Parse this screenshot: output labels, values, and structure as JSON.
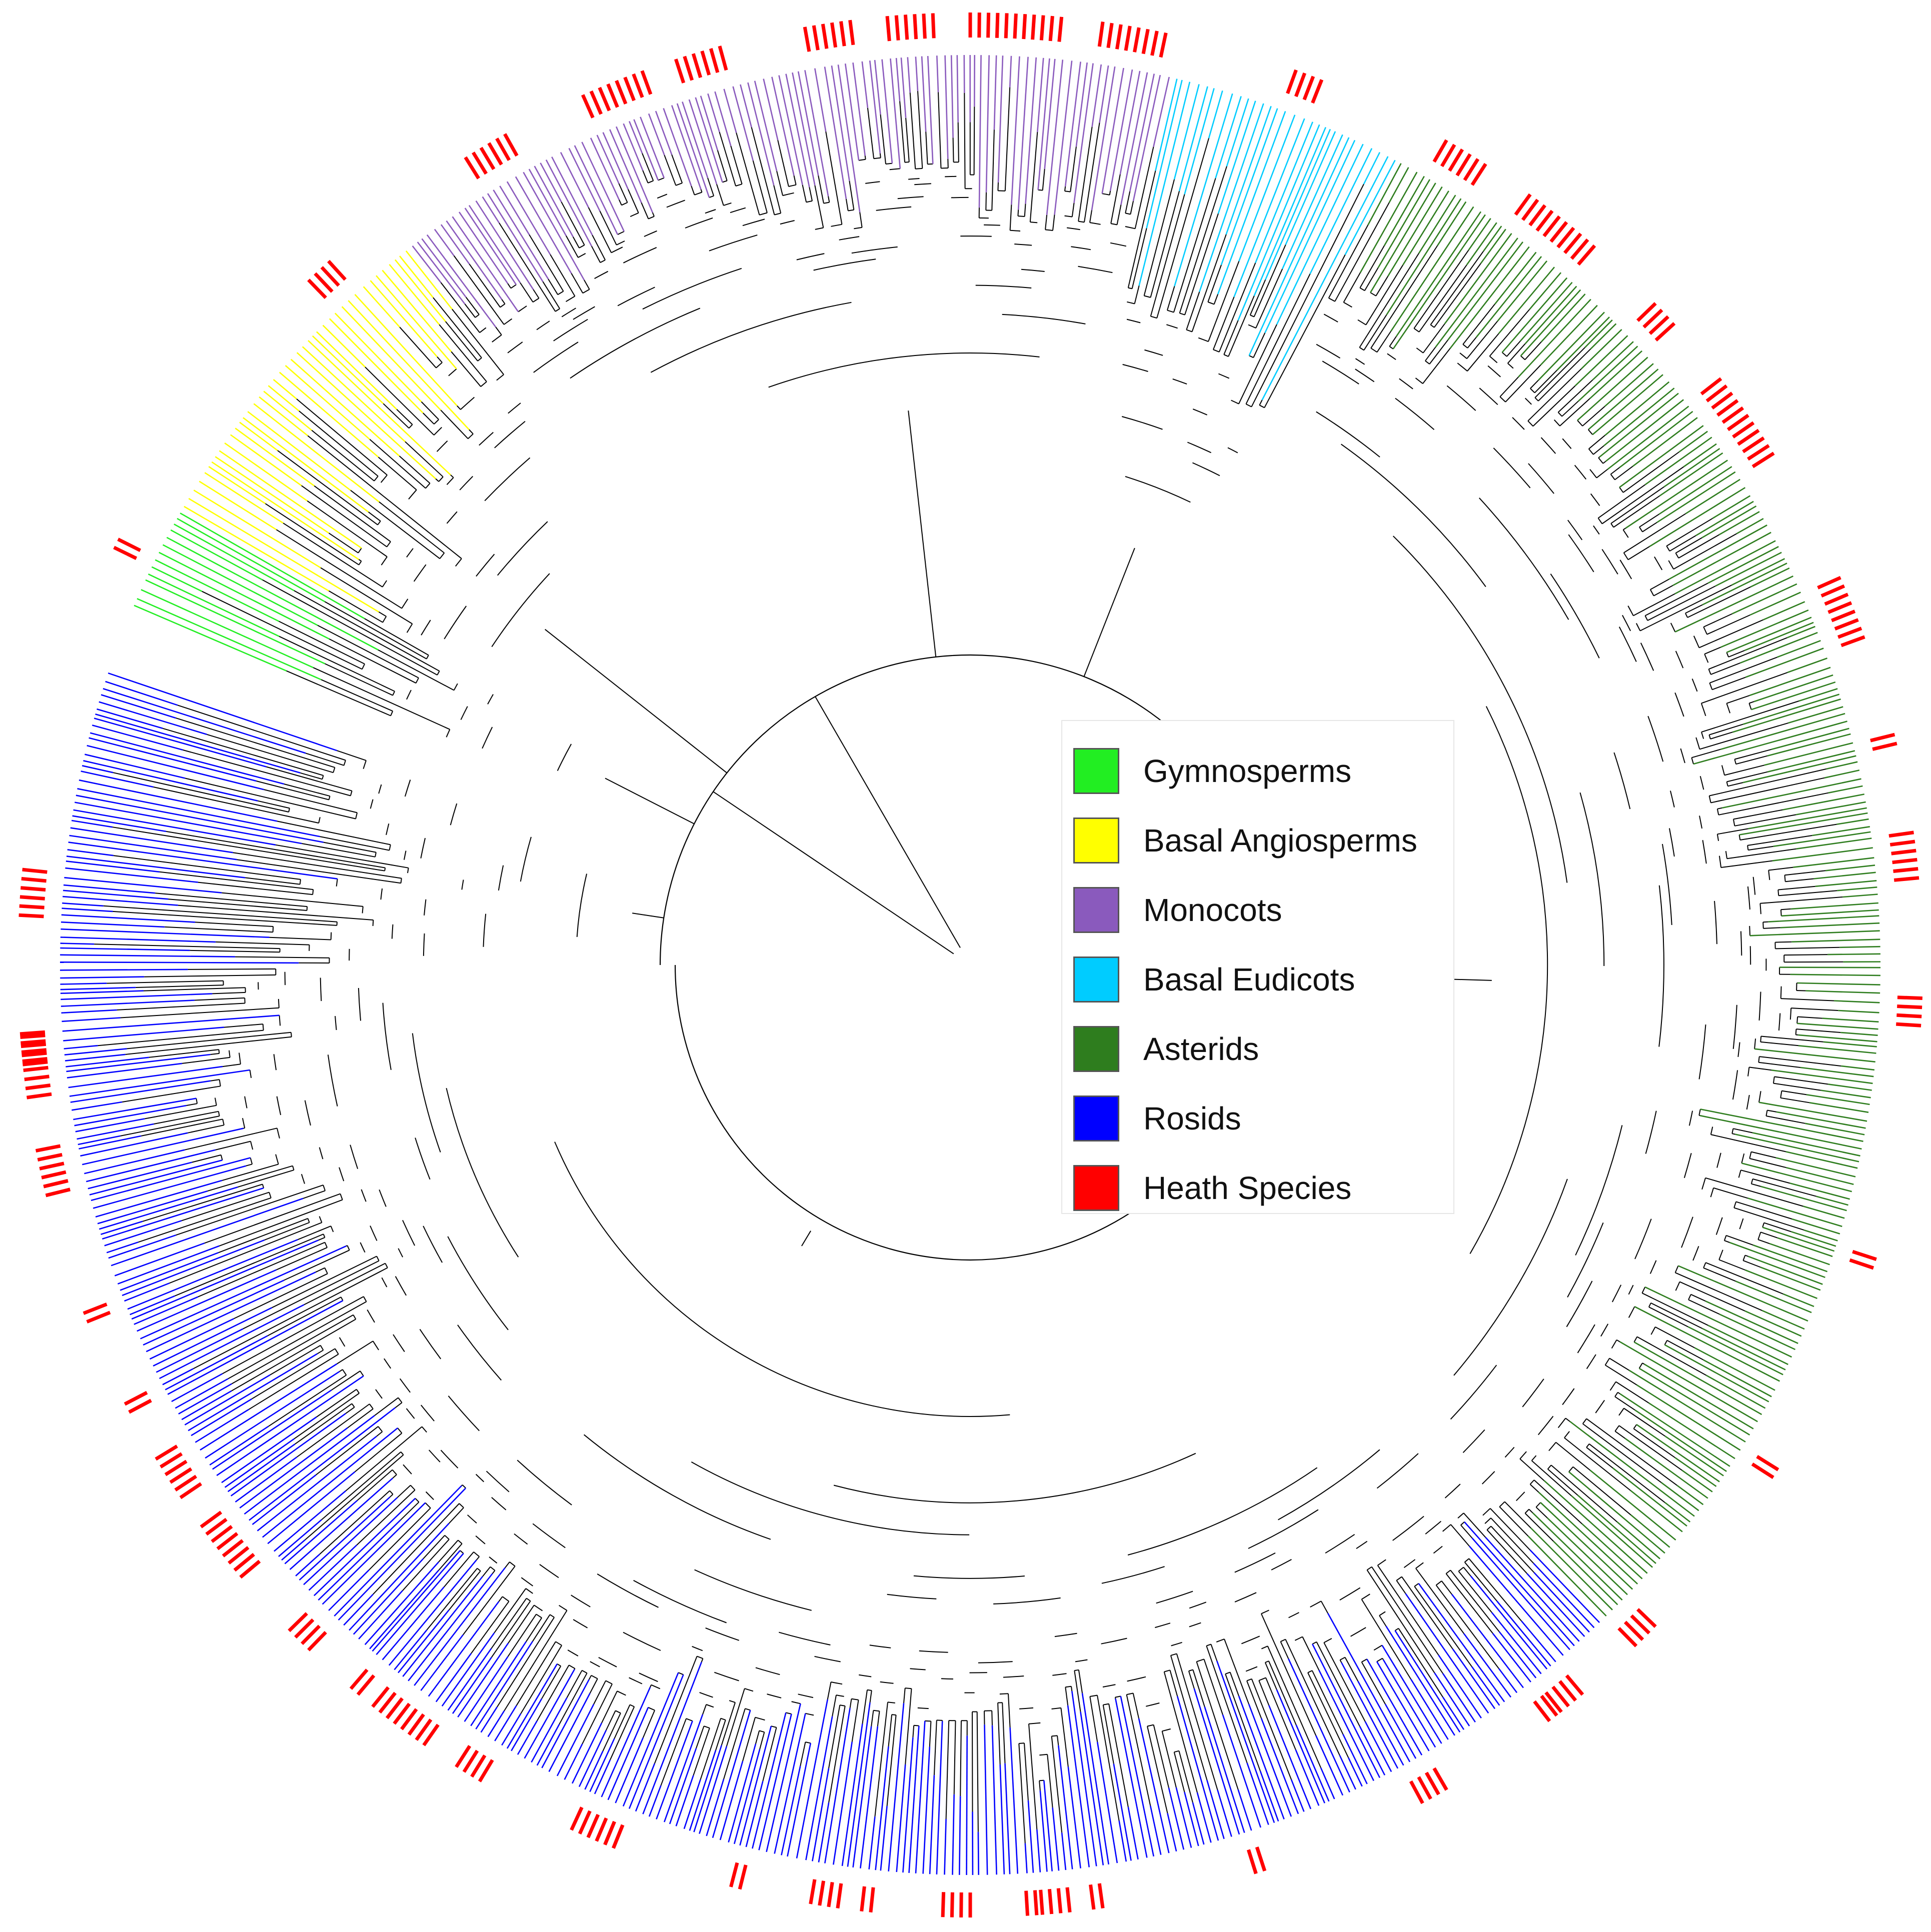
{
  "legend": {
    "items": [
      {
        "key": "gymno",
        "label": "Gymnosperms",
        "color": "#22ee22"
      },
      {
        "key": "basal",
        "label": "Basal Angiosperms",
        "color": "#ffff00"
      },
      {
        "key": "mono",
        "label": "Monocots",
        "color": "#8a5abd"
      },
      {
        "key": "beud",
        "label": "Basal Eudicots",
        "color": "#00ccff"
      },
      {
        "key": "aster",
        "label": "Asterids",
        "color": "#2e7d1e"
      },
      {
        "key": "rosid",
        "label": "Rosids",
        "color": "#0000ff"
      },
      {
        "key": "heath",
        "label": "Heath Species",
        "color": "#ff0000"
      }
    ]
  },
  "tree": {
    "layout": "circular",
    "clades_clockwise": [
      "gymno",
      "basal",
      "mono",
      "beud",
      "aster",
      "rosid"
    ],
    "heath_marks": "red ticks outside the tip circle marking heath species"
  }
}
